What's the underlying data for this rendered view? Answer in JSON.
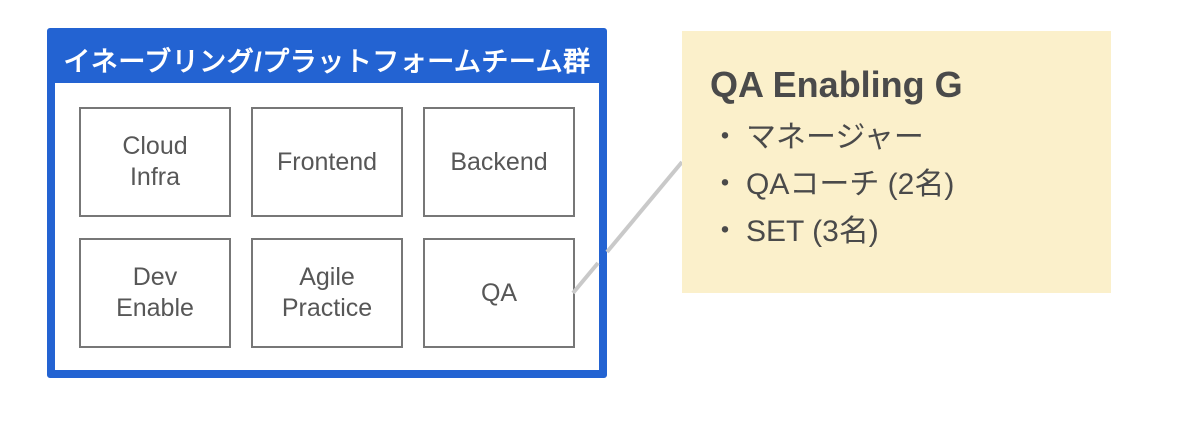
{
  "org_box": {
    "header": "イネーブリング/プラットフォームチーム群",
    "teams": [
      "Cloud\nInfra",
      "Frontend",
      "Backend",
      "Dev\nEnable",
      "Agile\nPractice",
      "QA"
    ]
  },
  "note_box": {
    "title": "QA Enabling G",
    "bullet": "・",
    "items": [
      "マネージャー",
      "QAコーチ (2名)",
      "SET (3名)"
    ]
  },
  "colors": {
    "org_box_blue": "#2363D2",
    "team_box_border": "#777777",
    "team_text_gray": "#575757",
    "note_box_bg": "#FBF0CB",
    "note_text_gray": "#4A4A4A",
    "connector_gray": "#C9C9C9"
  }
}
